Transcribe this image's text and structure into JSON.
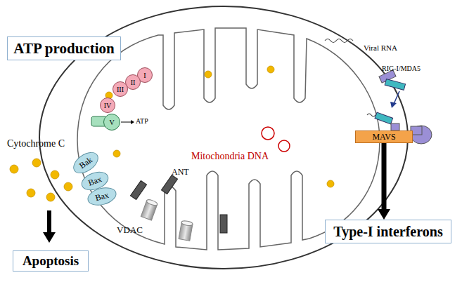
{
  "diagram": {
    "nodes": [
      {
        "text": [
          "ATP production"
        ]
      },
      {
        "text": [
          "I"
        ]
      },
      {
        "text": [
          "II"
        ]
      },
      {
        "text": [
          "III"
        ]
      },
      {
        "text": [
          "IV"
        ]
      },
      {
        "text": [
          "V"
        ]
      },
      {
        "text": [
          "Bak"
        ]
      },
      {
        "text": [
          "Bax"
        ]
      },
      {
        "text": [
          "Bax"
        ]
      },
      {
        "text": [
          "MAVS"
        ]
      },
      {
        "text": [
          "Apoptosis"
        ]
      },
      {
        "text": [
          "Type-I interferons"
        ]
      }
    ],
    "edges": [
      {
        "from": 9,
        "to": 11,
        "arrow": "to"
      }
    ],
    "labels": [
      "ATP",
      "Cytochrome C",
      "VDAC",
      "ANT",
      "Mitochondria DNA",
      "Viral RNA",
      "RIG-I/MDA5"
    ]
  }
}
